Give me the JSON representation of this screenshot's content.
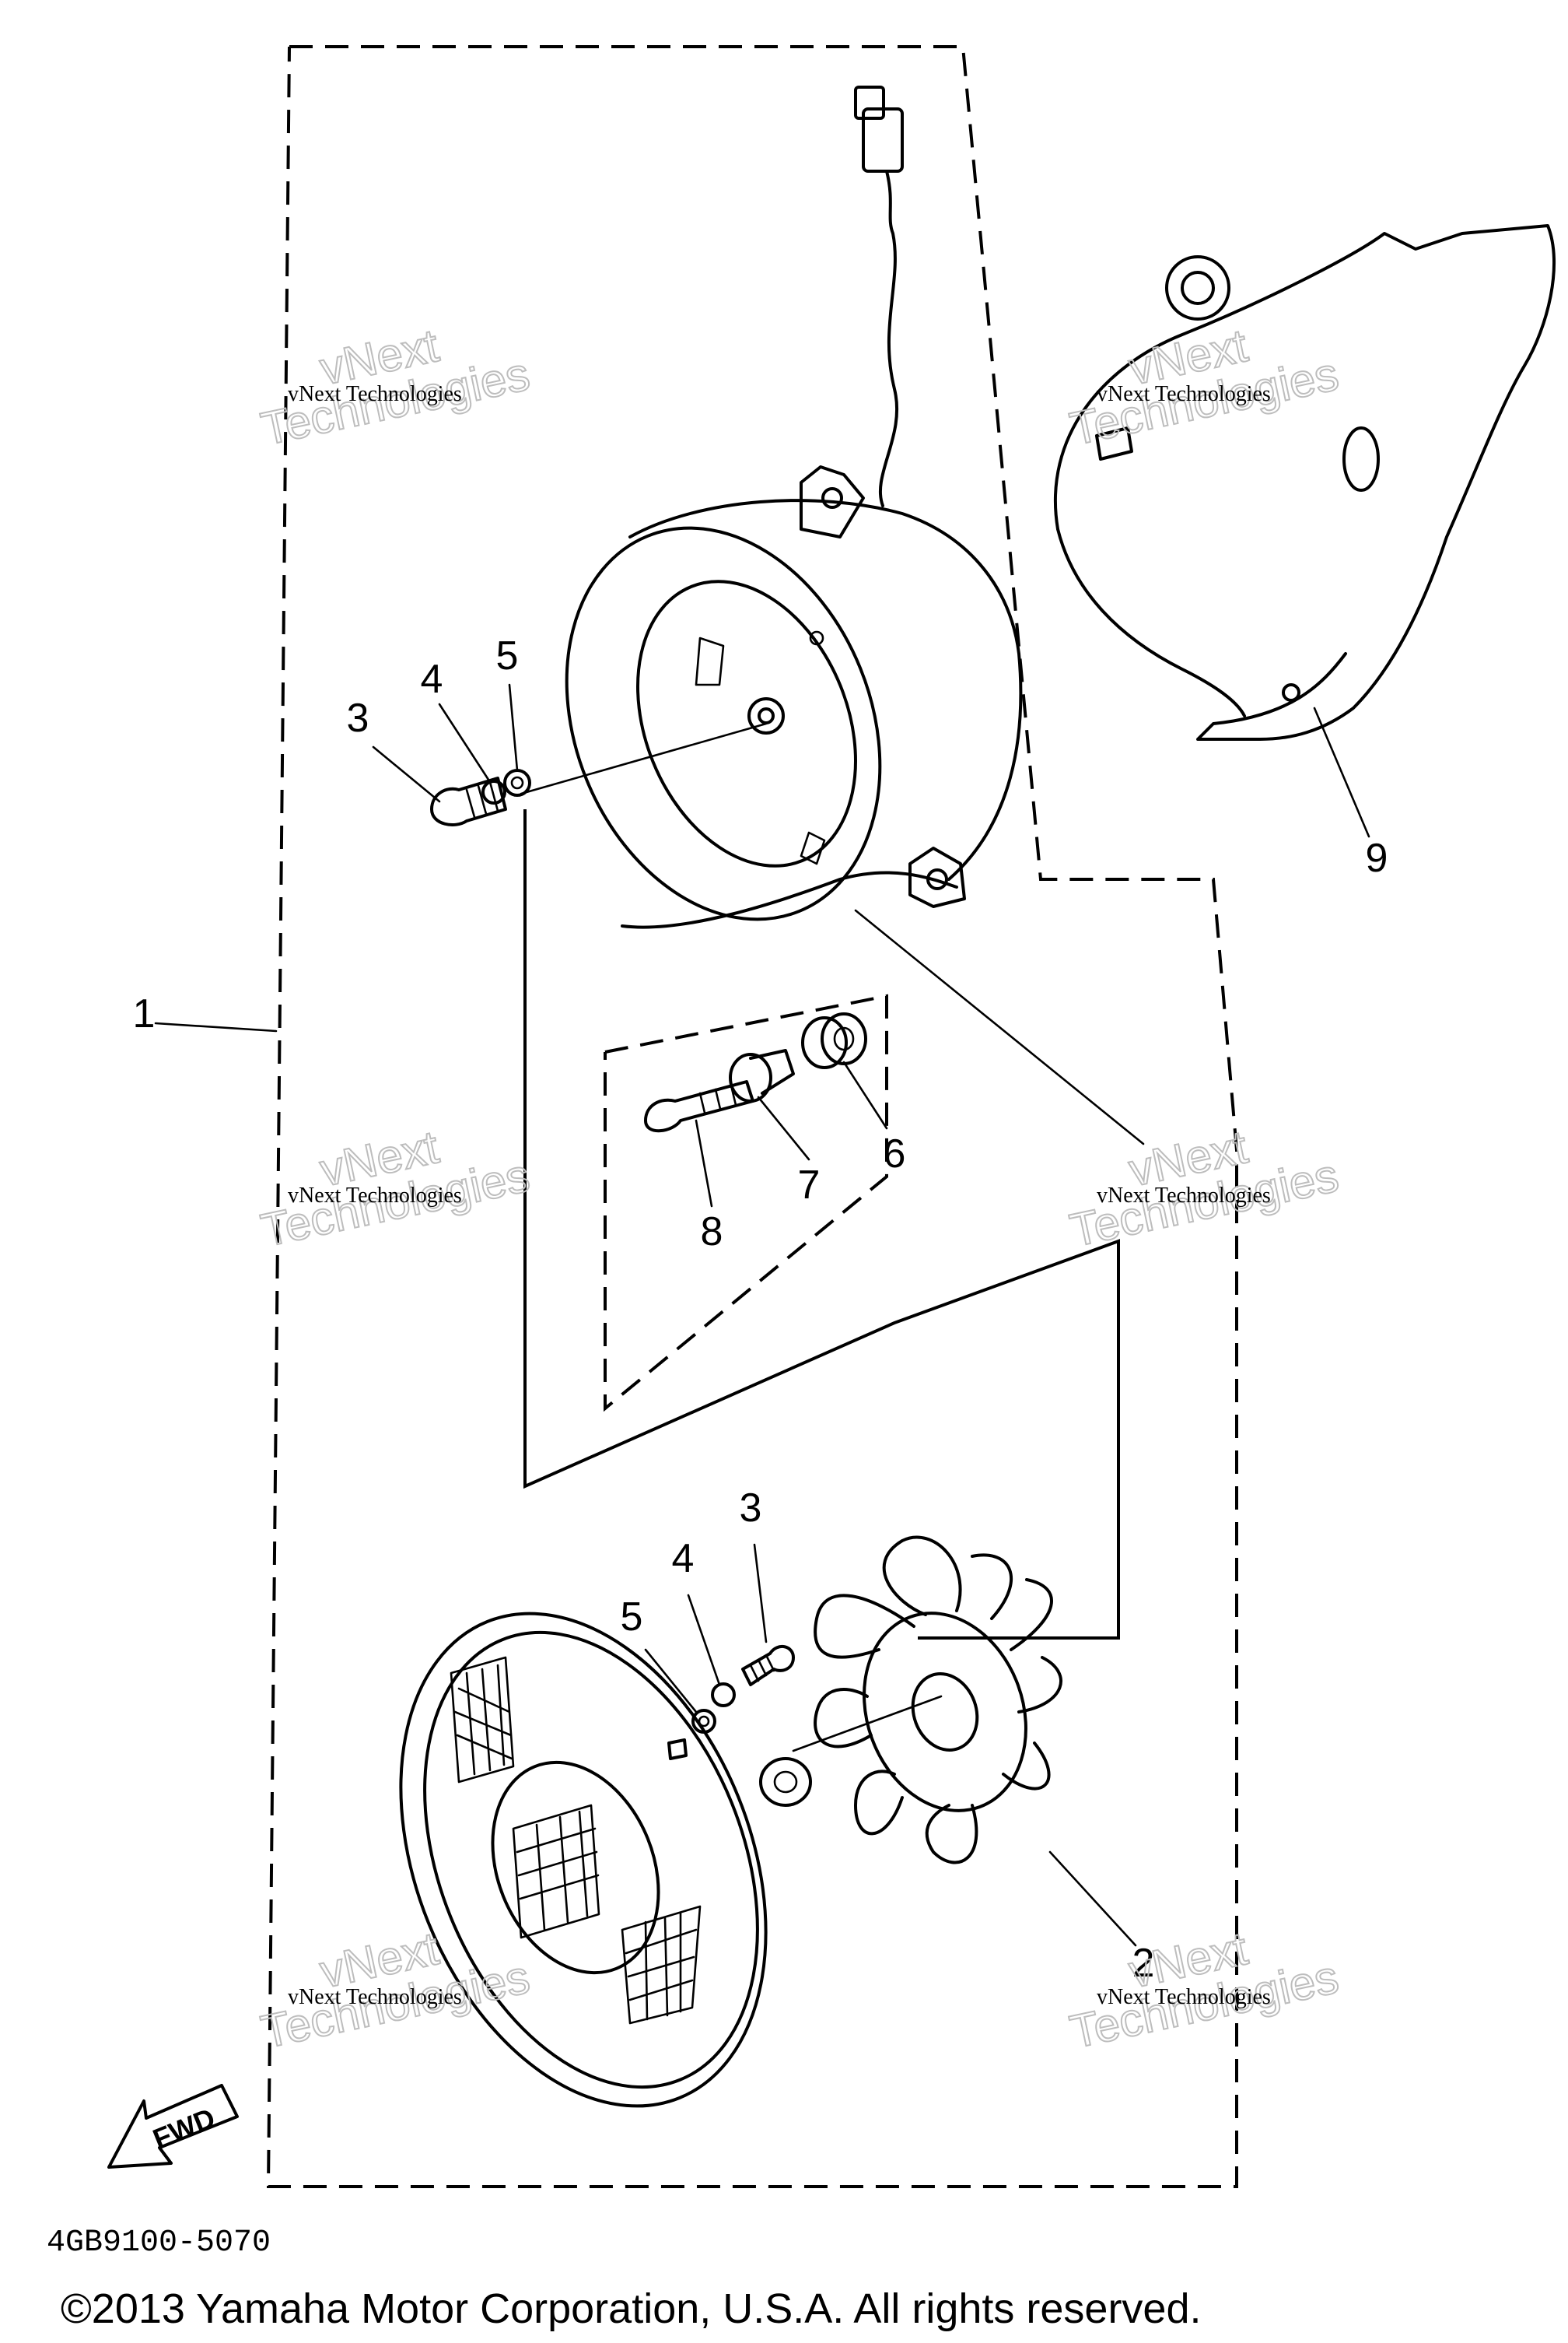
{
  "diagram": {
    "callouts": {
      "c1": "1",
      "c2": "2",
      "c3_top": "3",
      "c4_top": "4",
      "c5_top": "5",
      "c6": "6",
      "c7": "7",
      "c8": "8",
      "c9": "9",
      "c3_bottom": "3",
      "c4_bottom": "4",
      "c5_bottom": "5"
    },
    "fwd_label": "FWD",
    "part_code": "4GB9100-5070",
    "copyright": "©2013 Yamaha Motor Corporation, U.S.A. All rights reserved."
  },
  "watermarks": {
    "small": "vNext Technologies",
    "big_word": "Technologies",
    "big_prefix": "vNext"
  }
}
